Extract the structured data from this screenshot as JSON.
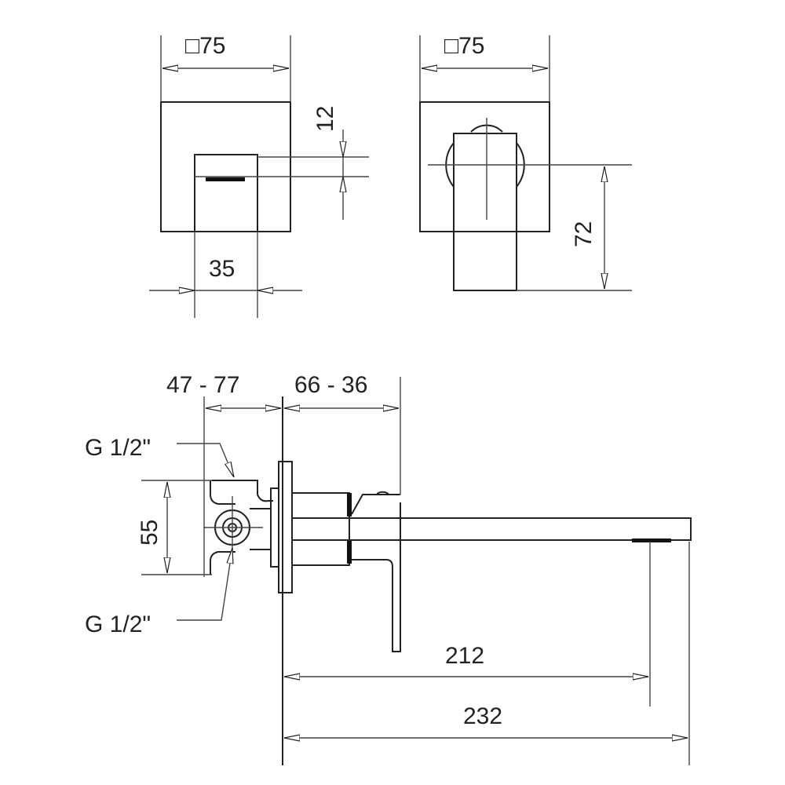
{
  "dimensions": {
    "top_left_width": "□75",
    "top_right_width": "□75",
    "spout_height": "12",
    "spout_width": "35",
    "handle_height": "72",
    "wall_depth_range": "47 - 77",
    "projection_range": "66 - 36",
    "inlet_spacing": "55",
    "spout_reach": "212",
    "overall_length": "232"
  },
  "labels": {
    "thread_top": "G 1/2\"",
    "thread_bottom": "G 1/2\""
  }
}
